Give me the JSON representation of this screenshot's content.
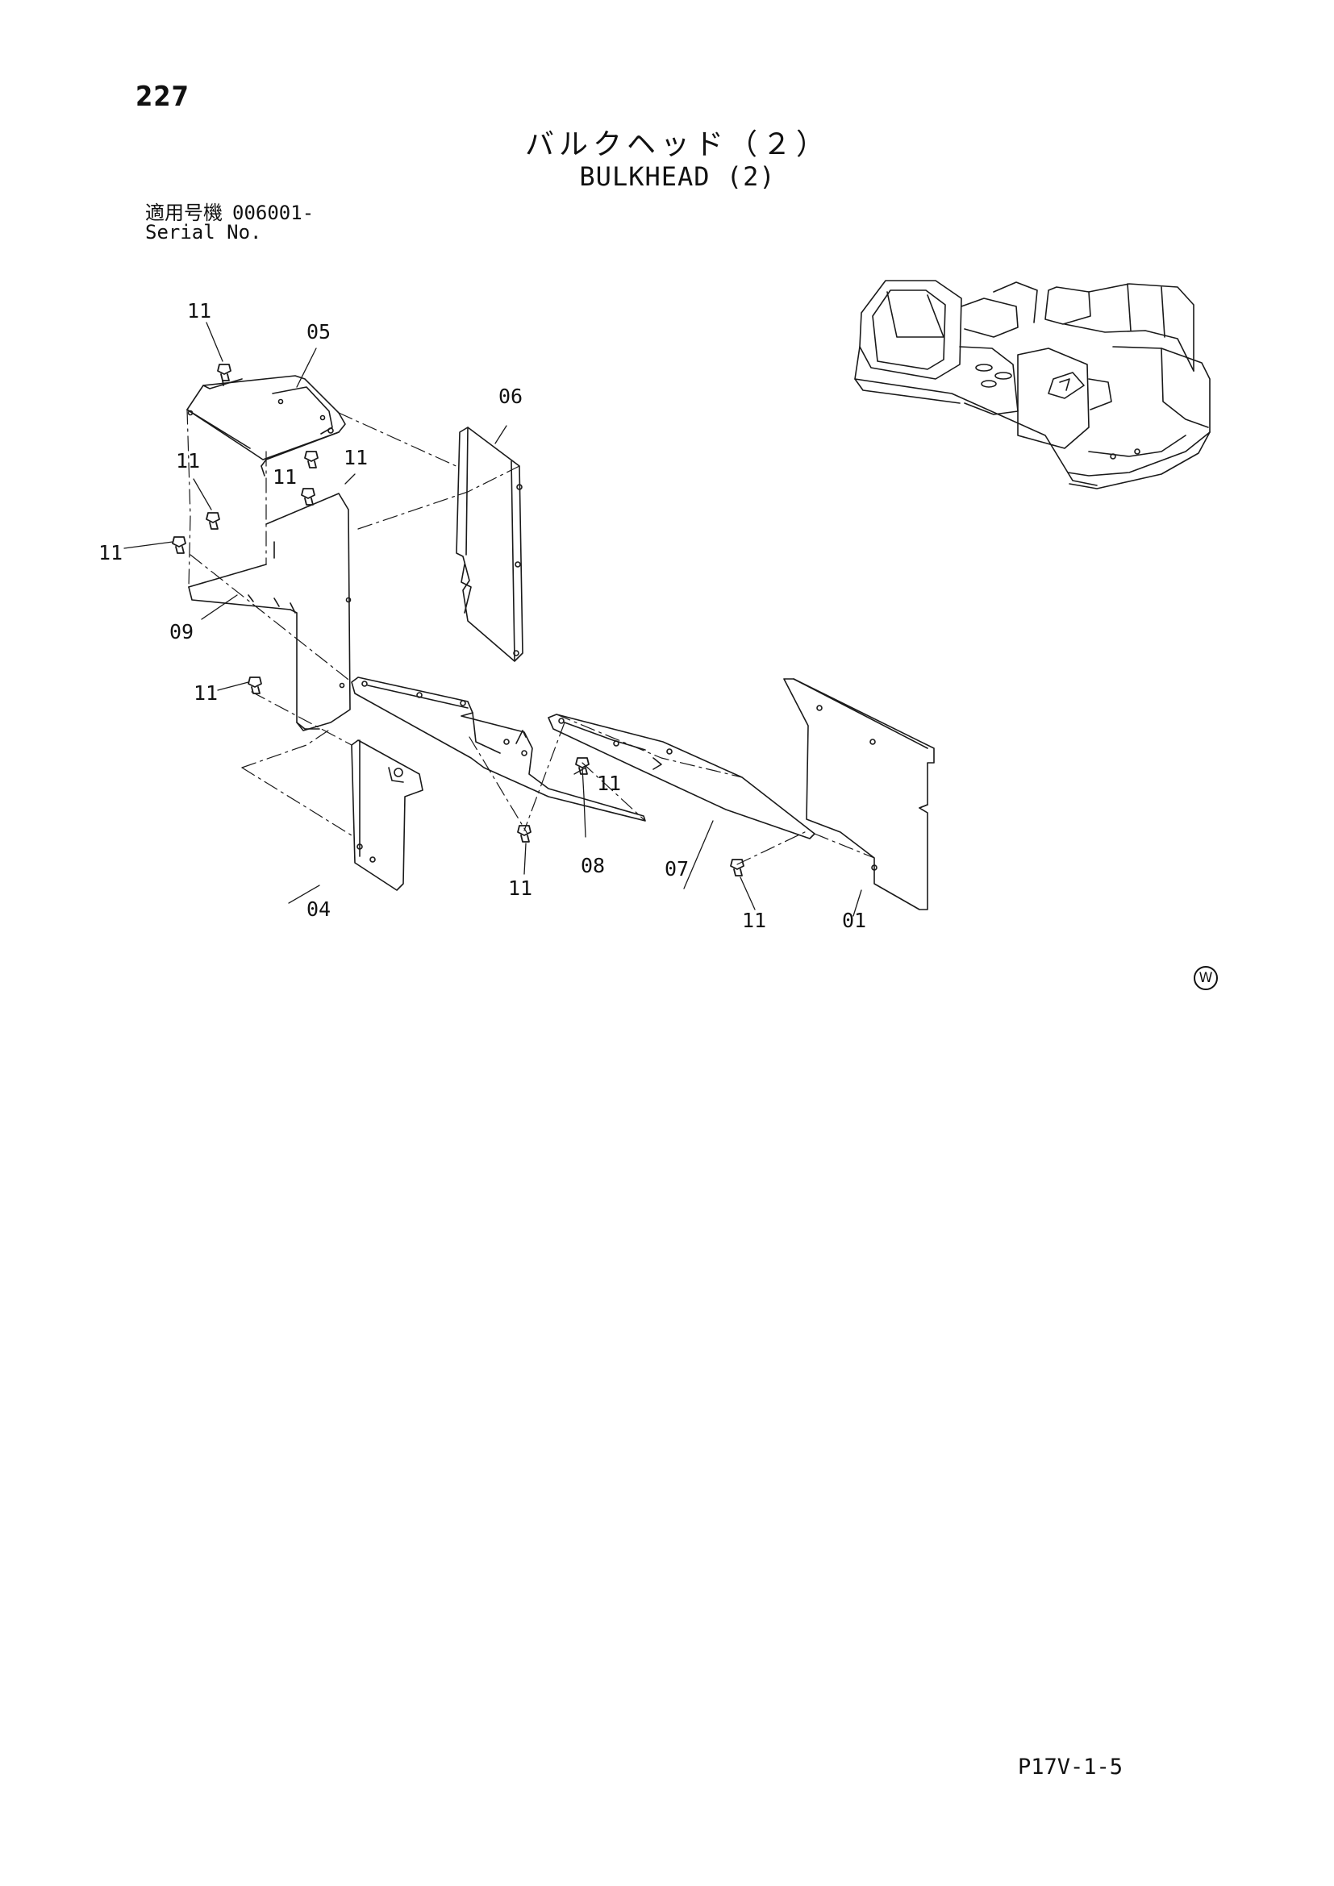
{
  "page_number": "227",
  "title_jp": "バルクヘッド（２）",
  "title_en": "BULKHEAD (2)",
  "serial": {
    "label_jp": "適用号機",
    "value": "006001-",
    "label_en": "Serial No."
  },
  "callouts": {
    "c01": "01",
    "c04": "04",
    "c05": "05",
    "c06": "06",
    "c07": "07",
    "c08": "08",
    "c09": "09",
    "c11": "11"
  },
  "w_mark": "W",
  "doc_code": "P17V-1-5"
}
